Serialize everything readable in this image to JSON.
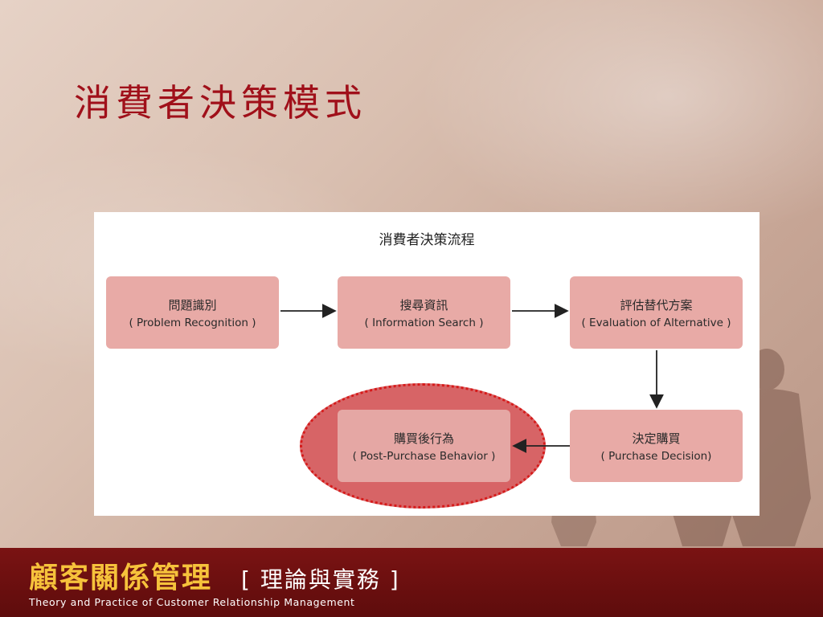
{
  "slide": {
    "title": "消費者決策模式"
  },
  "diagram": {
    "title": "消費者決策流程",
    "steps": [
      {
        "zh": "問題識別",
        "en": "( Problem Recognition )"
      },
      {
        "zh": "搜尋資訊",
        "en": "( Information Search )"
      },
      {
        "zh": "評估替代方案",
        "en": "( Evaluation of Alternative )"
      },
      {
        "zh": "決定購買",
        "en": "( Purchase Decision)"
      },
      {
        "zh": "購買後行為",
        "en": "( Post-Purchase Behavior )"
      }
    ]
  },
  "footer": {
    "brand": "顧客關係管理",
    "bracket_text": "[ 理論與實務 ]",
    "subtitle": "Theory and Practice of Customer Relationship Management"
  },
  "colors": {
    "title_red": "#a0101a",
    "box_pink": "#e8aaa6",
    "highlight_red": "#d76466",
    "footer_bg": "#6b0f0f",
    "footer_gold": "#f6c23b"
  }
}
